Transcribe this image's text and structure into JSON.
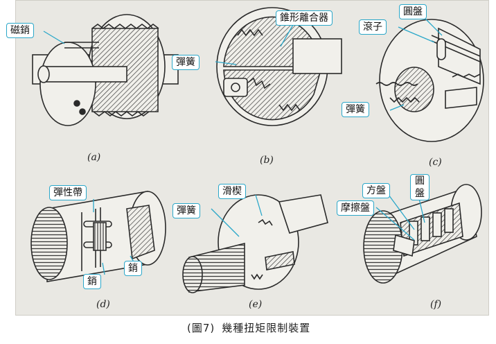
{
  "caption": {
    "figure_number": "(圖7)",
    "title": "幾種扭矩限制裝置"
  },
  "panels": {
    "a": {
      "sub_label": "(a)",
      "callouts": [
        "磁銷"
      ]
    },
    "b": {
      "sub_label": "(b)",
      "callouts": [
        "錐形離合器",
        "彈簧"
      ]
    },
    "c": {
      "sub_label": "(c)",
      "callouts": [
        "滾子",
        "圓盤",
        "彈簧"
      ]
    },
    "d": {
      "sub_label": "(d)",
      "callouts": [
        "彈性帶",
        "銷",
        "銷"
      ]
    },
    "e": {
      "sub_label": "(e)",
      "callouts": [
        "滑楔",
        "彈簧"
      ]
    },
    "f": {
      "sub_label": "(f)",
      "callouts": [
        "方盤",
        "圓盤",
        "摩擦盤"
      ]
    }
  },
  "colors": {
    "callout_border": "#2aa7c9",
    "paper": "#e9e8e3",
    "ink": "#2a2a2a"
  }
}
